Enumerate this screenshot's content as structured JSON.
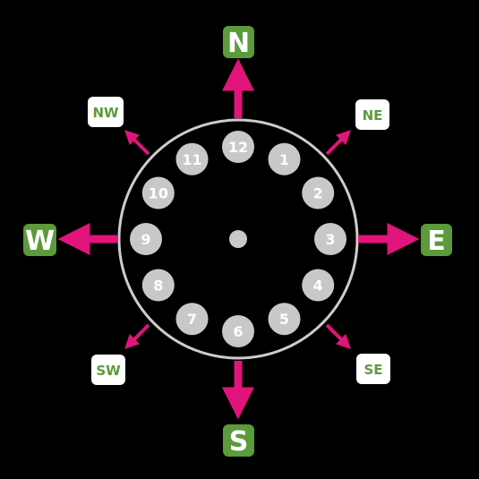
{
  "colors": {
    "background": "#000000",
    "arrow": "#e0147a",
    "cardinal_fill": "#5c9a3c",
    "cardinal_text": "#ffffff",
    "intercardinal_fill": "#ffffff",
    "intercardinal_text": "#5c9a3c",
    "hour_fill": "#c8c8c8",
    "hour_text": "#ffffff",
    "ring": "#cccccc"
  },
  "compass": {
    "cardinals": [
      {
        "key": "n",
        "label": "N"
      },
      {
        "key": "e",
        "label": "E"
      },
      {
        "key": "s",
        "label": "S"
      },
      {
        "key": "w",
        "label": "W"
      }
    ],
    "intercardinals": [
      {
        "key": "ne",
        "label": "NE"
      },
      {
        "key": "se",
        "label": "SE"
      },
      {
        "key": "sw",
        "label": "SW"
      },
      {
        "key": "nw",
        "label": "NW"
      }
    ]
  },
  "clock": {
    "hours": [
      "12",
      "1",
      "2",
      "3",
      "4",
      "5",
      "6",
      "7",
      "8",
      "9",
      "10",
      "11"
    ]
  }
}
